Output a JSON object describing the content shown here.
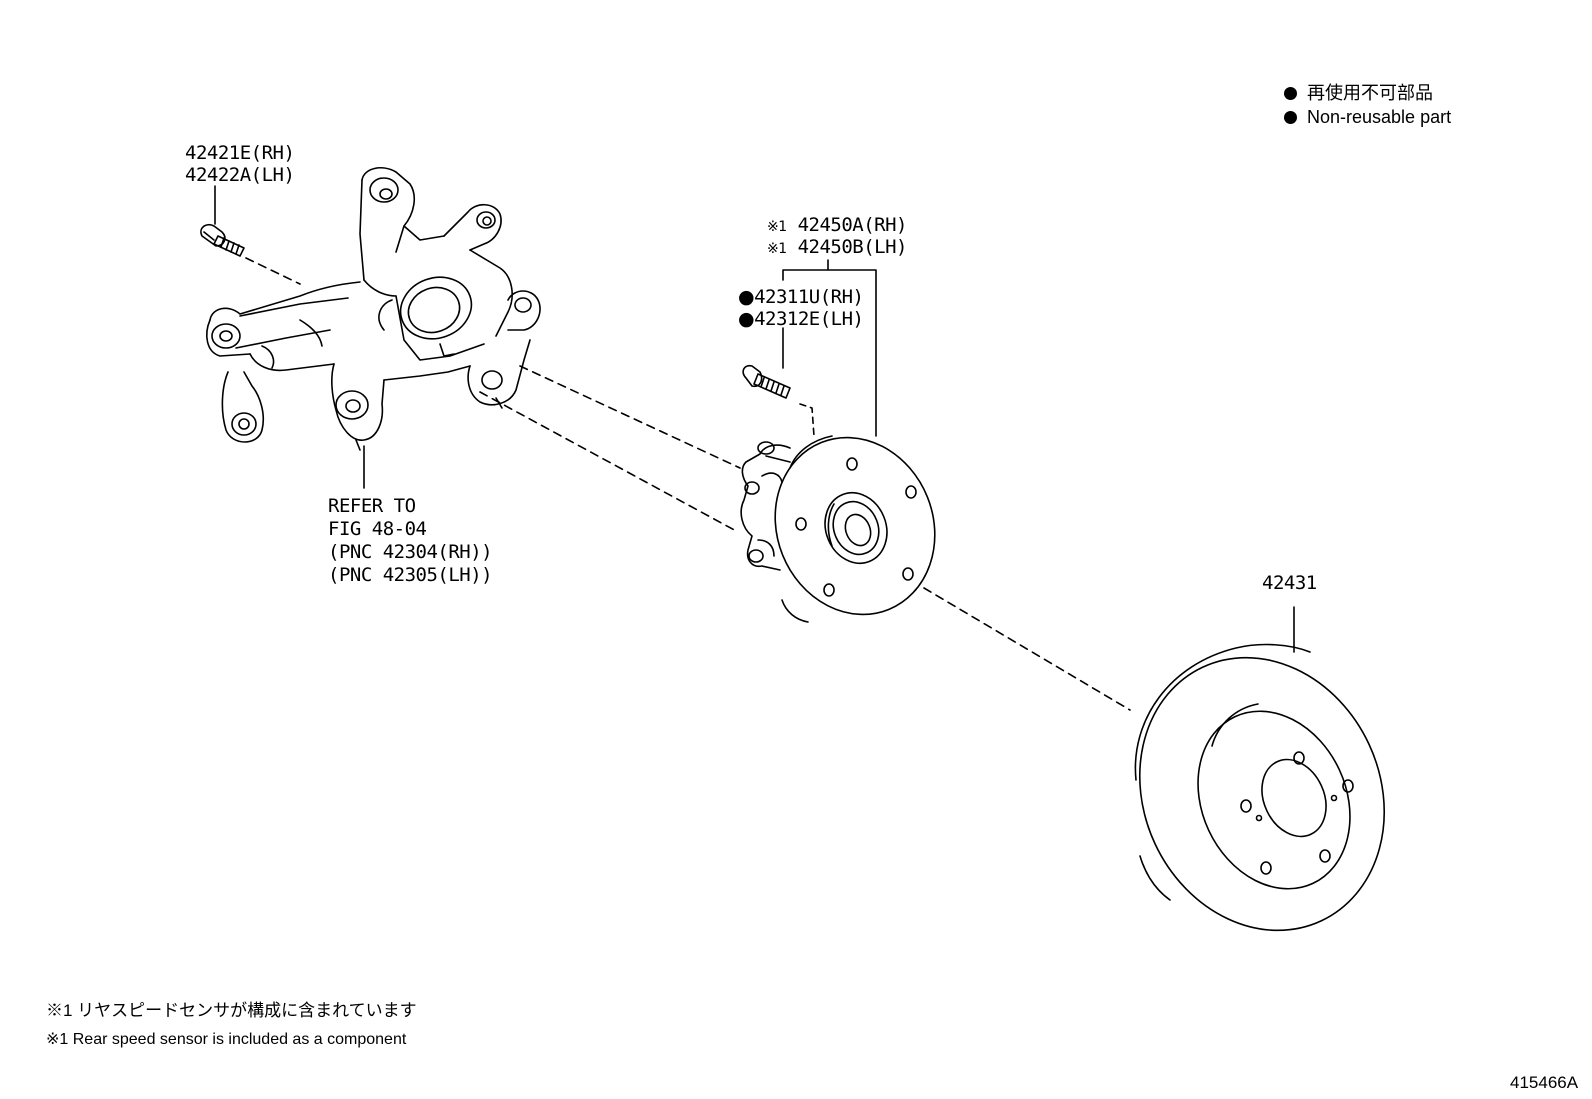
{
  "legend": {
    "non_reusable_jp": "再使用不可部品",
    "non_reusable_en": "Non-reusable part"
  },
  "parts": {
    "bolt_knuckle": {
      "rh": "42421E(RH)",
      "lh": "42422A(LH)"
    },
    "hub_assembly": {
      "marker": "※1",
      "rh": "42450A(RH)",
      "lh": "42450B(LH)"
    },
    "hub_bolt": {
      "marker": "●",
      "rh": "42311U(RH)",
      "lh": "42312E(LH)"
    },
    "disc": {
      "pnc": "42431"
    }
  },
  "knuckle_ref": {
    "line1": "REFER TO",
    "line2": "FIG 48-04",
    "line3": "(PNC 42304(RH))",
    "line4": "(PNC 42305(LH))"
  },
  "footnotes": {
    "jp": "※1 リヤスピードセンサが構成に含まれています",
    "en": "※1 Rear speed sensor is included as a component"
  },
  "illustration_id": "415466A"
}
